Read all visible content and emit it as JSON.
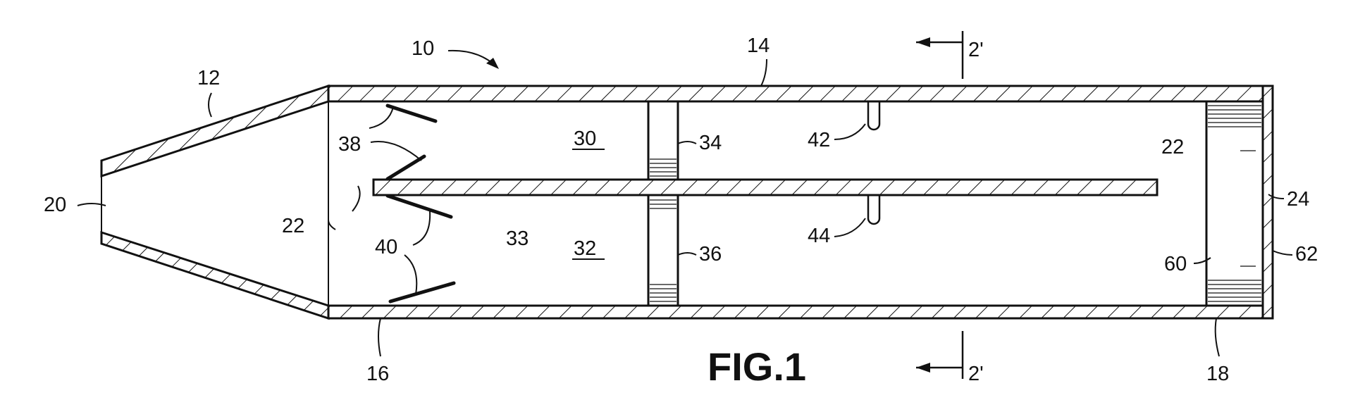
{
  "figure": {
    "caption": "FIG.1",
    "section_marker": "2'",
    "labels": {
      "ref_10": "10",
      "ref_12": "12",
      "ref_14": "14",
      "ref_16": "16",
      "ref_18": "18",
      "ref_20": "20",
      "ref_22_left": "22",
      "ref_22_right": "22",
      "ref_24": "24",
      "ref_30": "30",
      "ref_32": "32",
      "ref_33": "33",
      "ref_34": "34",
      "ref_36": "36",
      "ref_38": "38",
      "ref_40": "40",
      "ref_42": "42",
      "ref_44": "44",
      "ref_60": "60",
      "ref_62": "62"
    }
  }
}
